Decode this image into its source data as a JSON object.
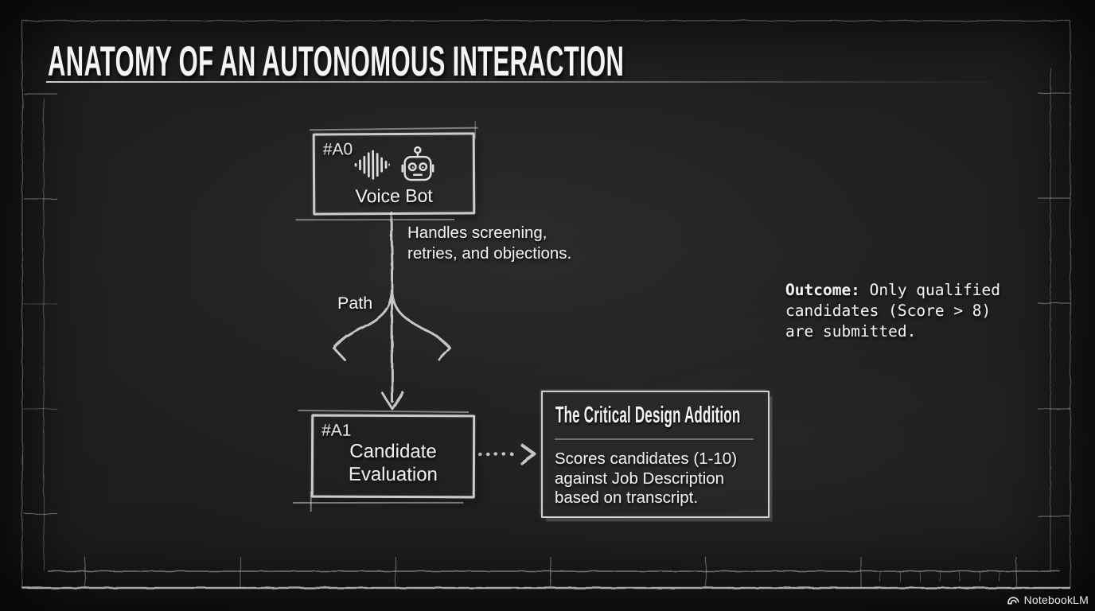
{
  "slide": {
    "title": "ANATOMY OF AN AUTONOMOUS INTERACTION"
  },
  "flow": {
    "voice_bot": {
      "tag": "#A0",
      "label": "Voice Bot",
      "note_line1": "Handles screening,",
      "note_line2": "retries, and objections."
    },
    "path_label": "Path",
    "candidate_evaluation": {
      "tag": "#A1",
      "label_line1": "Candidate",
      "label_line2": "Evaluation"
    },
    "callout": {
      "title": "The Critical Design Addition",
      "body_line1": "Scores candidates (1-10)",
      "body_line2": "against Job Description",
      "body_line3": "based on transcript."
    }
  },
  "outcome": {
    "label": "Outcome:",
    "line1": "Only qualified",
    "line2": "candidates (Score > 8)",
    "line3": "are submitted."
  },
  "branding": {
    "name": "NotebookLM"
  },
  "icons": {
    "voice_bot": [
      "waveform-icon",
      "robot-icon"
    ],
    "branding": "notebooklm-swirl-icon"
  },
  "colors": {
    "board_background": "#1d1d1d",
    "chalk": "#e8e8e8",
    "frame_line": "#8f8f8f"
  }
}
